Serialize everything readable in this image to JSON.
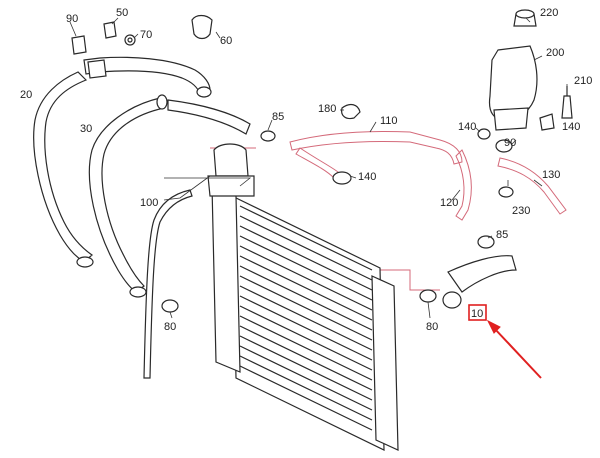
{
  "labels": {
    "l90a": "90",
    "l50": "50",
    "l70": "70",
    "l60": "60",
    "l20": "20",
    "l30": "30",
    "l85a": "85",
    "l180": "180",
    "l110": "110",
    "l140a": "140",
    "l140b": "140",
    "l140c": "140",
    "l220": "220",
    "l200": "200",
    "l210": "210",
    "l90b": "90",
    "l130": "130",
    "l120": "120",
    "l230": "230",
    "l100": "100",
    "l85b": "85",
    "l80a": "80",
    "l80b": "80",
    "l10": "10"
  },
  "colors": {
    "line": "#2a2a2a",
    "pink": "#d46a7a",
    "highlight": "#e02020",
    "background": "#ffffff"
  }
}
